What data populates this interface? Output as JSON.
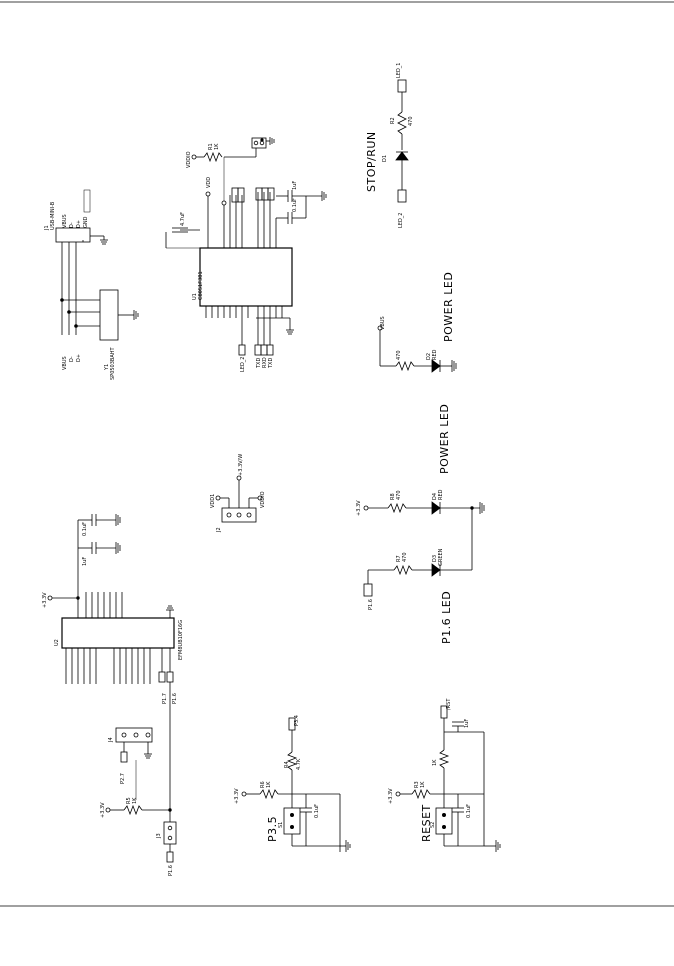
{
  "labels": {
    "stop_run": "STOP/RUN",
    "power_led_top": "POWER LED",
    "power_led_mid": "POWER LED",
    "p16_led": "P1.6 LED",
    "p35": "P3.5",
    "reset": "RESET"
  },
  "refdes": {
    "u1": "U1",
    "u2": "U2",
    "j1": "J1",
    "j2": "J2",
    "j3": "J3",
    "j4": "J4",
    "y1": "Y1",
    "d1": "D1",
    "d2": "D2",
    "d3": "D3",
    "d4": "D4",
    "r1": "R1",
    "r2": "R2",
    "r3": "R3",
    "r4": "R4",
    "r5": "R5",
    "r6": "R6",
    "r7": "R7",
    "r8": "R8",
    "s1": "S1",
    "s2": "S2"
  },
  "nets": {
    "vddio": "VDDIO",
    "vdd": "VDD",
    "vdd1": "VDD1",
    "p33v": "+3.3V",
    "p33v_sw": "+3.3V/W",
    "rst": "/RST",
    "p16": "P1.6",
    "p17": "P1.7",
    "p34": "P3.4",
    "p27": "P2.7",
    "led1": "LED_1",
    "led2": "LED_2",
    "vbus": "VBUS",
    "usb_dm": "D-",
    "usb_dp": "D+",
    "gnd": "GND",
    "tx": "TXD",
    "rx": "RXD"
  },
  "parts": {
    "u1_pn": "C8051F381",
    "u2_pn": "EFM8UB10F16G",
    "j1_pn": "USB-MINI-B",
    "y1_pn": "SP0503BAHT",
    "res_470": "470",
    "res_1k": "1K",
    "res_47k": "4.7K",
    "cap_01uf": "0.1uF",
    "cap_1uf": "1uF",
    "cap_47uf": "4.7uF",
    "led_red": "RED",
    "led_green": "GREEN"
  }
}
